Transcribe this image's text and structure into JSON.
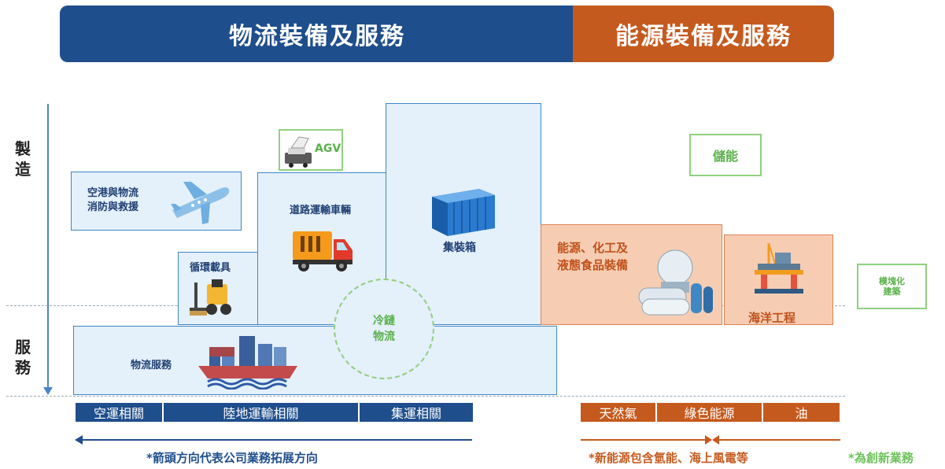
{
  "header": {
    "logistics_title": "物流裝備及服務",
    "energy_title": "能源裝備及服務"
  },
  "axis": {
    "top_label": "製\n造",
    "bottom_label": "服\n務"
  },
  "boxes": {
    "airport": "空港與物流\n消防與救援",
    "agv": "AGV",
    "road": "道路運輸車輛",
    "container": "集裝箱",
    "recycle": "循環載具",
    "cold_chain": "冷鏈\n物流",
    "logistics_service": "物流服務",
    "energy_chem": "能源、化工及\n液態食品裝備",
    "offshore": "海洋工程",
    "storage": "儲能",
    "modular": "模塊化\n建築"
  },
  "categories": {
    "air": "空運相關",
    "land": "陸地運輸相關",
    "sea": "集運相關",
    "gas": "天然氣",
    "green": "綠色能源",
    "oil": "油"
  },
  "notes": {
    "arrow_direction": "*箭頭方向代表公司業務拓展方向",
    "new_energy": "*新能源包含氫能、海上風電等",
    "innovation": "*為創新業務"
  },
  "colors": {
    "logistics_blue": "#1f4e8c",
    "energy_orange": "#c55a1e",
    "innovation_green": "#8fd07e",
    "box_blue_fill": "#e4f0fa",
    "box_orange_fill": "#f6cdb3"
  },
  "icons": [
    "airplane-icon",
    "agv-robot-icon",
    "truck-icon",
    "container-icon",
    "forklift-icon",
    "ship-icon",
    "tanks-icon",
    "offshore-platform-icon"
  ]
}
